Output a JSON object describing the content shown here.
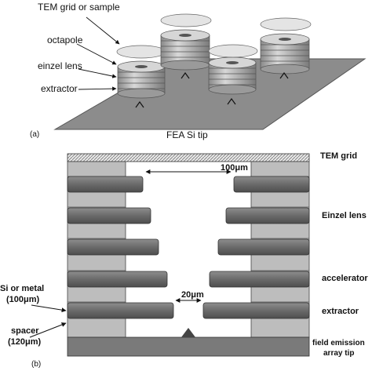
{
  "panel_a": {
    "tag": "(a)",
    "labels": {
      "tem_grid": "TEM grid or sample",
      "octapole": "octapole",
      "einzel": "einzel lens",
      "extractor": "extractor",
      "tip": "FEA Si tip"
    }
  },
  "panel_b": {
    "tag": "(b)",
    "right_labels": {
      "tem_grid": "TEM grid",
      "einzel": "Einzel  lens",
      "accelerator": "accelerator",
      "extractor": "extractor",
      "field_emission_1": "field emission",
      "field_emission_2": "array tip"
    },
    "left_labels": {
      "si_1": "Si or metal",
      "si_2": "(100μm)",
      "spacer_1": "spacer",
      "spacer_2": "(120μm)"
    },
    "dims": {
      "top": "100μm",
      "bottom": "20μm"
    }
  },
  "colors": {
    "bar": "#6f6f6f",
    "spacer": "#bdbdbd",
    "substrate": "#7a7a7a",
    "disk": "#c9c9c9"
  }
}
